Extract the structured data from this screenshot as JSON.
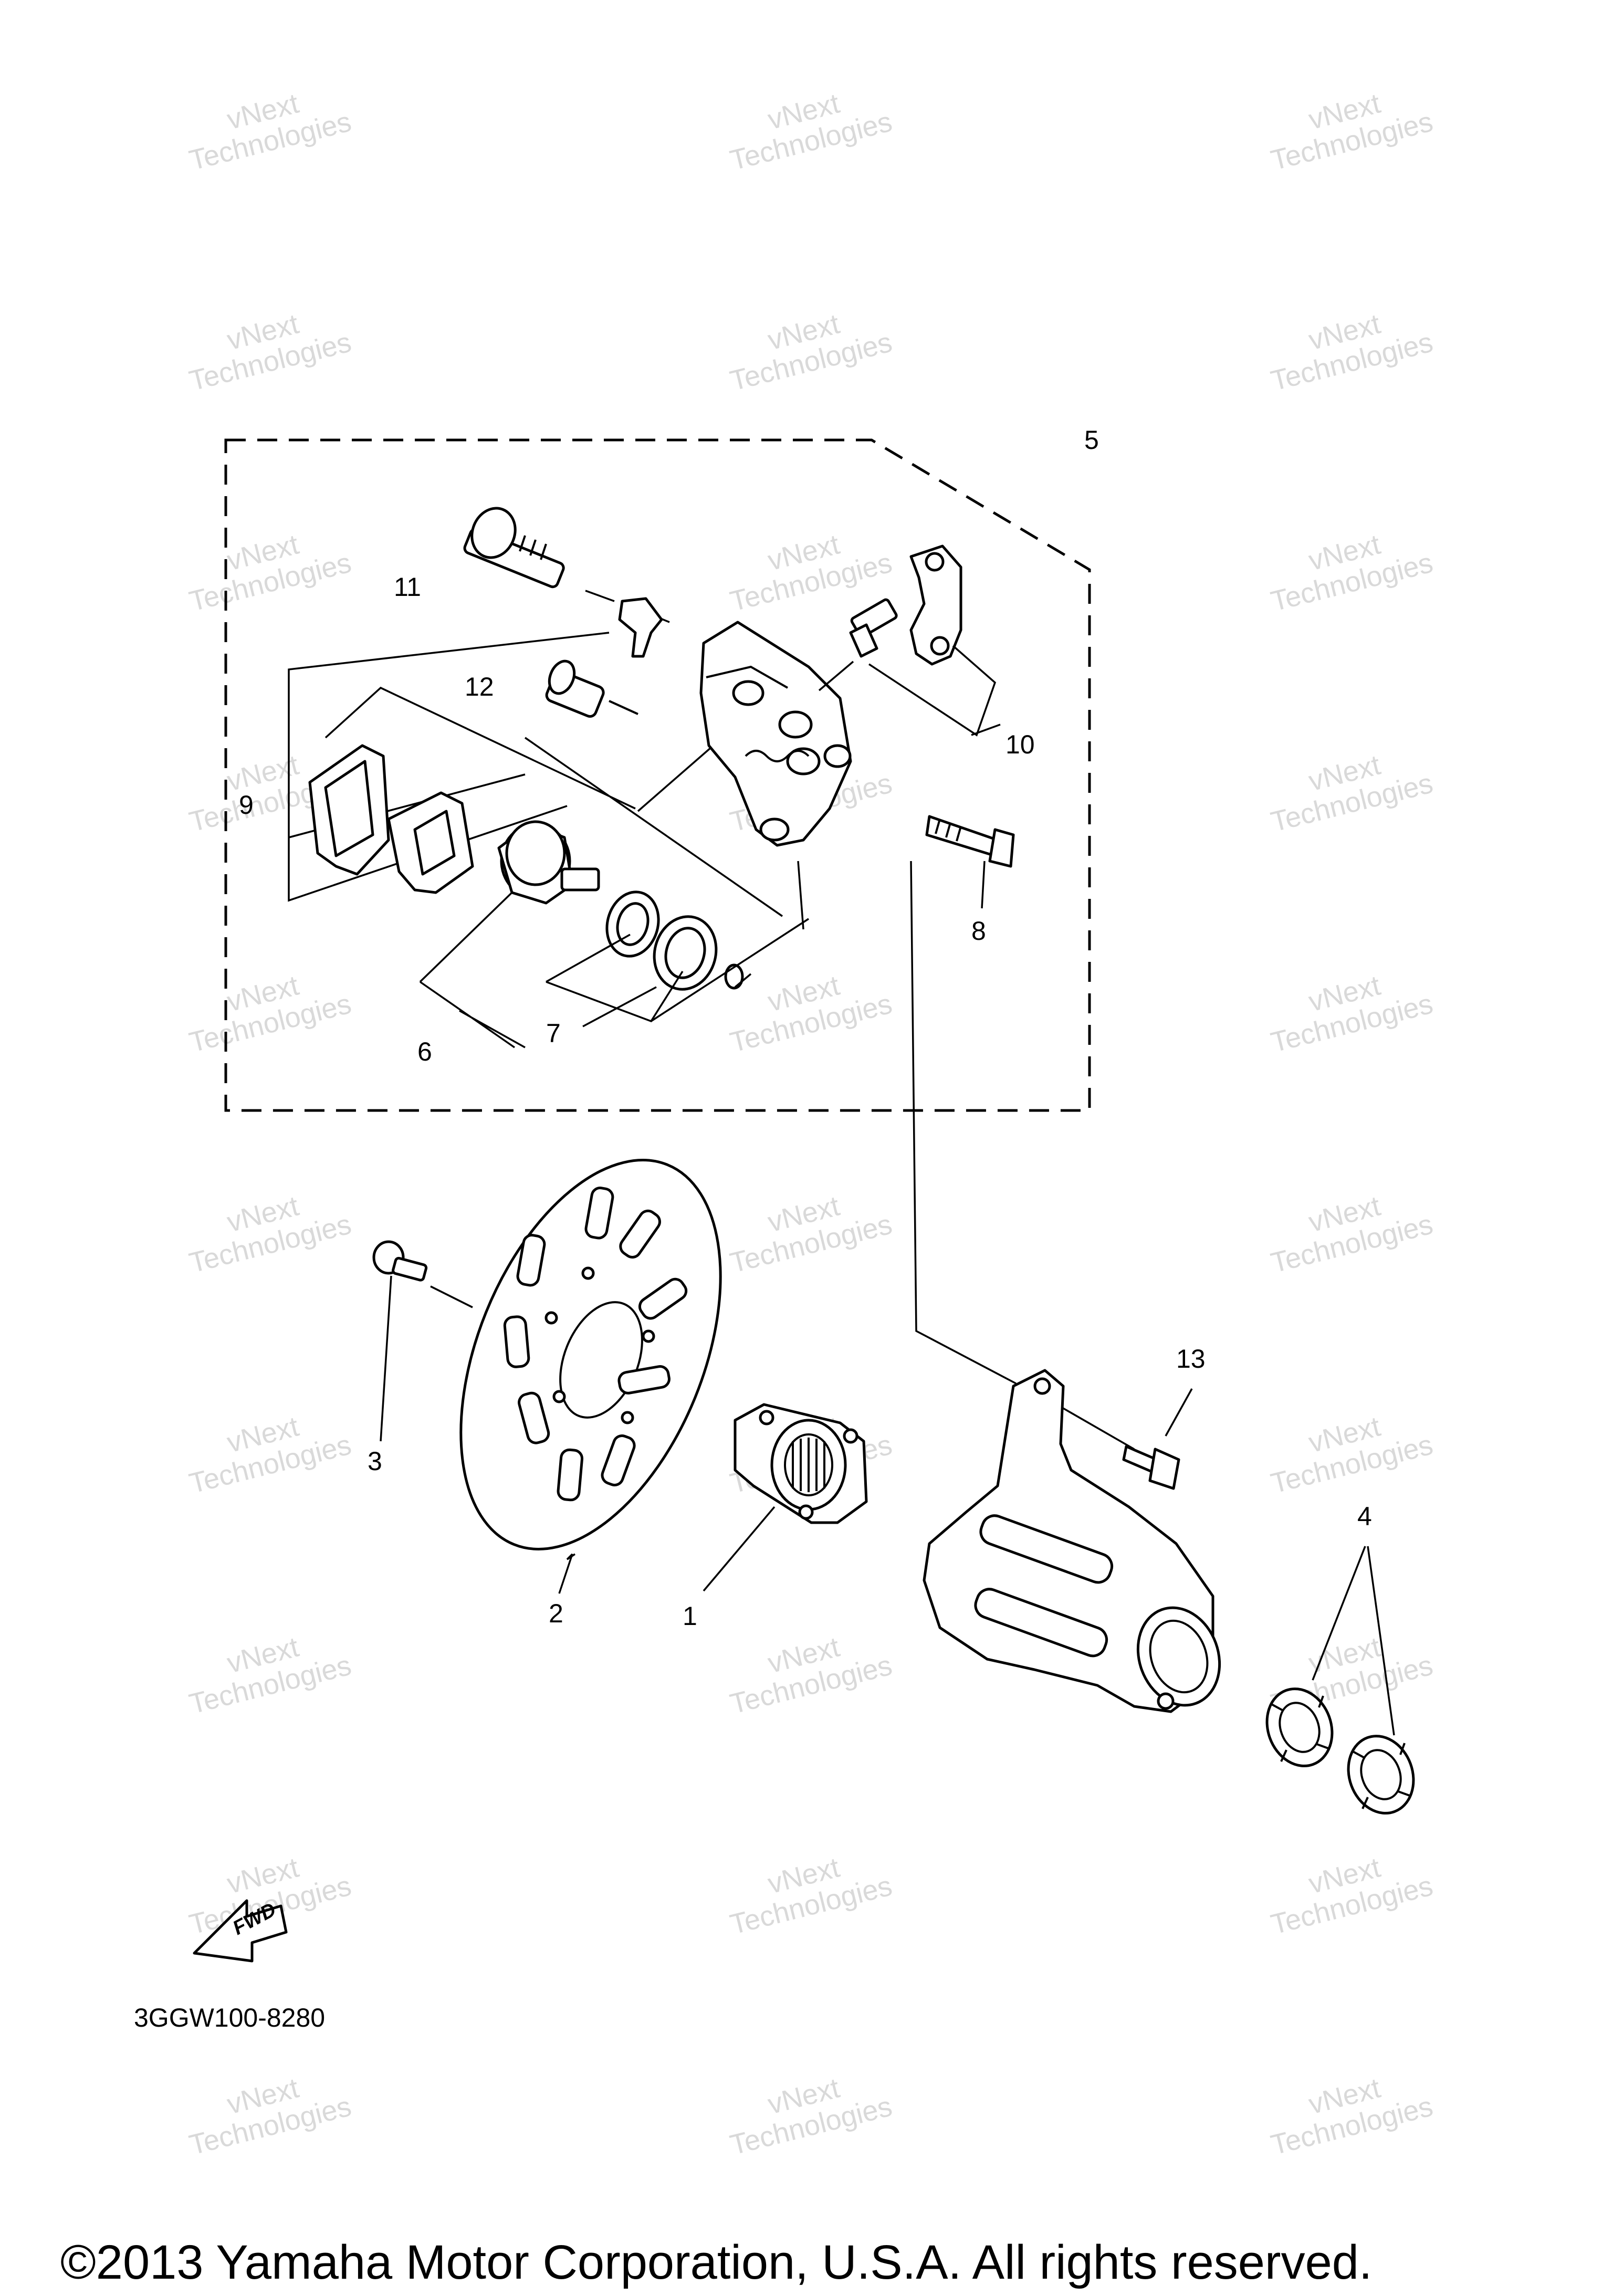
{
  "diagram": {
    "ref_code": "3GGW100-8280",
    "copyright": "©2013 Yamaha Motor Corporation, U.S.A. All rights reserved.",
    "fwd_label": "FWD",
    "watermark": [
      "vNext",
      "Technologies"
    ],
    "callouts": [
      "1",
      "2",
      "3",
      "4",
      "5",
      "6",
      "7",
      "8",
      "9",
      "10",
      "11",
      "12",
      "13"
    ]
  }
}
